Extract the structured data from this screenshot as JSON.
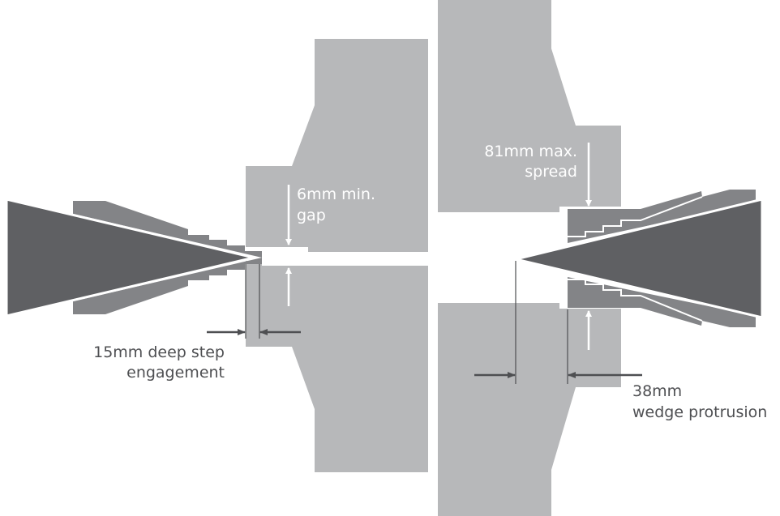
{
  "colors": {
    "block": "#b7b8ba",
    "jaw": "#838487",
    "wedge": "#5f6063",
    "label_dark": "#4e4f52",
    "label_light": "#ffffff"
  },
  "labels": {
    "min_gap_line1": "6mm min.",
    "min_gap_line2": "gap",
    "max_spread_line1": "81mm max.",
    "max_spread_line2": "spread",
    "step_line1": "15mm deep step",
    "step_line2": "engagement",
    "protrusion_line1": "38mm",
    "protrusion_line2": "wedge protrusion"
  }
}
